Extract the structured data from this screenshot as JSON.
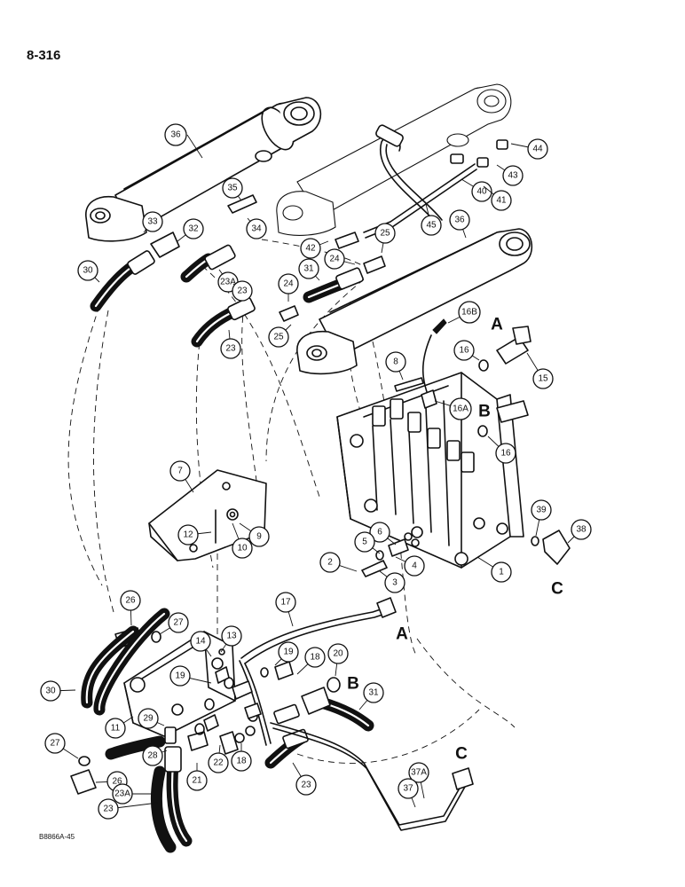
{
  "page_number": "8-316",
  "figure_code": "B8866A-45",
  "connection_letters": [
    "A",
    "B",
    "C"
  ],
  "callouts": [
    "1",
    "2",
    "3",
    "4",
    "5",
    "6",
    "7",
    "8",
    "9",
    "10",
    "11",
    "12",
    "13",
    "14",
    "15",
    "16",
    "16A",
    "16B",
    "17",
    "18",
    "19",
    "20",
    "21",
    "22",
    "23",
    "23A",
    "24",
    "25",
    "26",
    "27",
    "28",
    "29",
    "30",
    "31",
    "32",
    "33",
    "34",
    "35",
    "36",
    "37",
    "37A",
    "38",
    "39",
    "40",
    "41",
    "42",
    "43",
    "44",
    "45"
  ]
}
